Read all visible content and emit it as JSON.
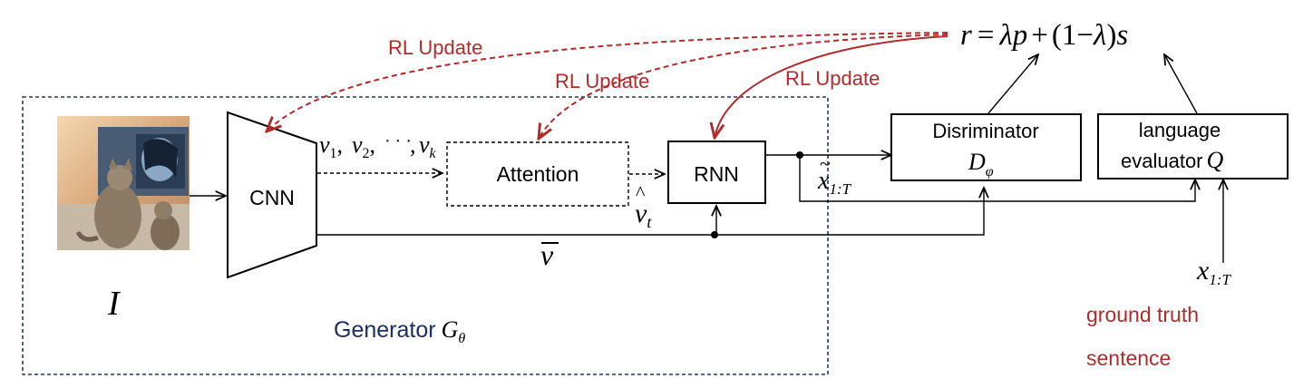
{
  "colors": {
    "black": "#000000",
    "rl_red": "#b22a2a",
    "navy": "#1a2f63",
    "frame": "#2b3560"
  },
  "reward": {
    "lhs": "r",
    "eq": "=",
    "lambda1": "λ",
    "p": "p",
    "plus": "+",
    "paren_open": "(1",
    "minus": "−",
    "lambda2": "λ",
    "paren_close": ")",
    "s": "s"
  },
  "rl_updates": [
    "RL Update",
    "RL Update",
    "RL Update"
  ],
  "input": {
    "image_icon": "cats-watching-tv-photo",
    "label": "I"
  },
  "cnn": {
    "label": "CNN"
  },
  "features": {
    "v1": "v",
    "s1": "1",
    "c1": ",",
    "v2": "v",
    "s2": "2",
    "c2": ",",
    "dots": "· · ·",
    "c3": ",",
    "vk": "v",
    "sk": "k"
  },
  "attention": {
    "label": "Attention"
  },
  "context": {
    "v": "v",
    "hat": "^",
    "sub": "t"
  },
  "rnn": {
    "label": "RNN"
  },
  "global_feature": {
    "v": "v",
    "bar": "—"
  },
  "generator": {
    "label": "Generator",
    "G": "G",
    "sub": "θ"
  },
  "generated_seq": {
    "x": "x",
    "tilde": "~",
    "sub": "1:T"
  },
  "discriminator": {
    "label": "Disriminator",
    "D": "D",
    "sub": "φ"
  },
  "evaluator": {
    "line1": "language",
    "line2": "evaluator",
    "Q": "Q"
  },
  "ground_truth": {
    "x": "x",
    "sub": "1:T",
    "line1": "ground truth",
    "line2": "sentence"
  }
}
